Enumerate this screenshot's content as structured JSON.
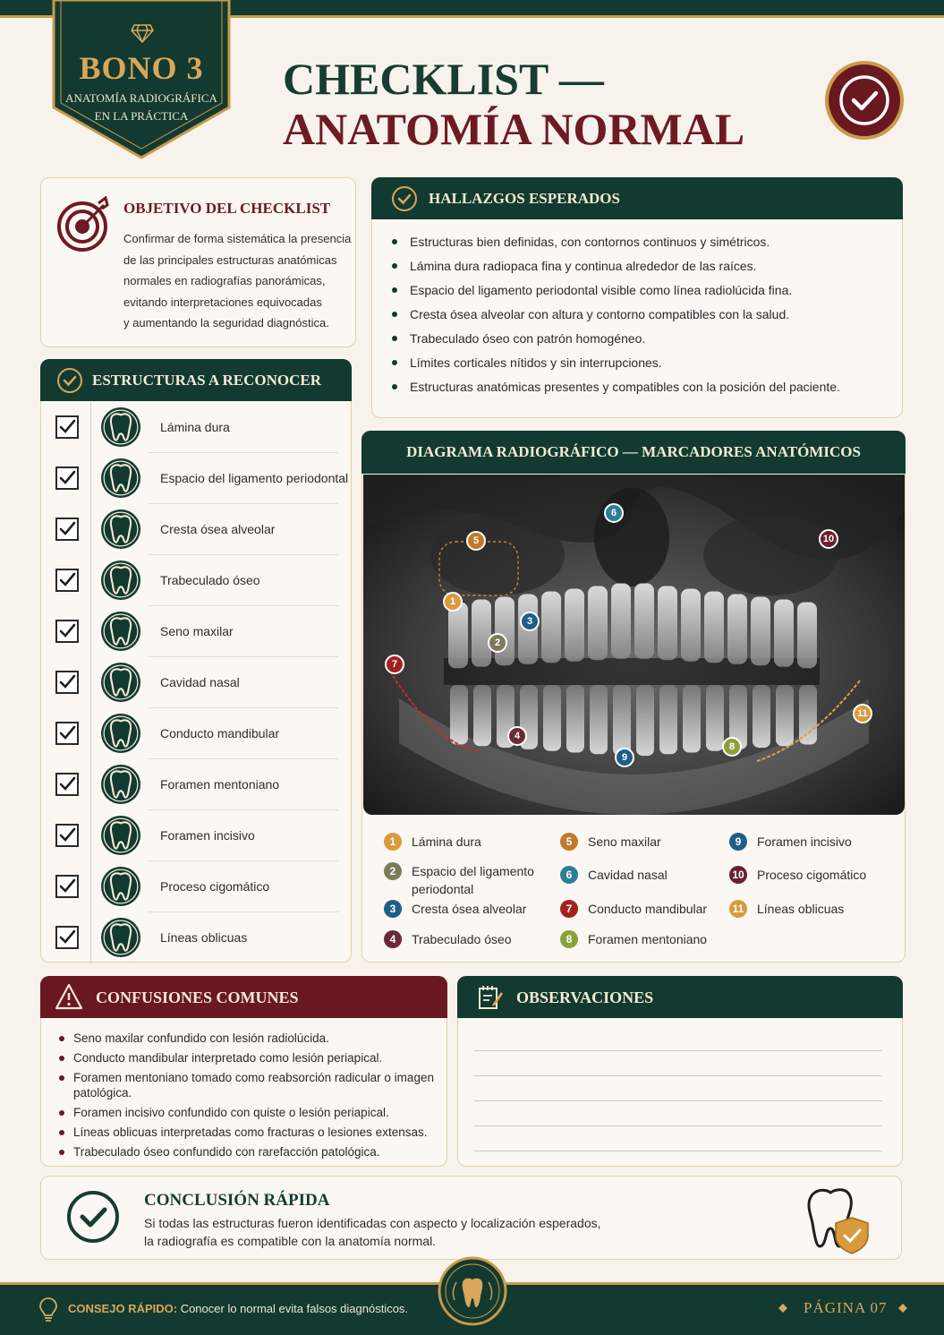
{
  "badge": {
    "title": "BONO 3",
    "subtitle_line1": "ANATOMÍA RADIOGRÁFICA",
    "subtitle_line2": "EN LA PRÁCTICA",
    "gem_icon": "diamond-icon"
  },
  "title": {
    "line1": "CHECKLIST —",
    "line2": "ANATOMÍA NORMAL"
  },
  "objective": {
    "title": "OBJETIVO DEL CHECKLIST",
    "text_lines": [
      "Confirmar de forma sistemática la presencia",
      "de las principales estructuras anatómicas",
      "normales en radiografías panorámicas,",
      "evitando interpretaciones equivocadas",
      "y aumentando la seguridad diagnóstica."
    ]
  },
  "findings": {
    "title": "HALLAZGOS ESPERADOS",
    "items": [
      "Estructuras bien definidas, con contornos continuos y simétricos.",
      "Lámina dura radiopaca fina y continua alrededor de las raíces.",
      "Espacio del ligamento periodontal visible como línea radiolúcida fina.",
      "Cresta ósea alveolar con altura y contorno compatibles con la salud.",
      "Trabeculado óseo con patrón homogéneo.",
      "Límites corticales nítidos y sin interrupciones.",
      "Estructuras anatómicas presentes y compatibles con la posición del paciente."
    ]
  },
  "structures": {
    "title": "ESTRUCTURAS A RECONOCER",
    "items": [
      "Lámina dura",
      "Espacio del ligamento periodontal",
      "Cresta ósea alveolar",
      "Trabeculado óseo",
      "Seno maxilar",
      "Cavidad nasal",
      "Conducto mandibular",
      "Foramen mentoniano",
      "Foramen incisivo",
      "Proceso cigomático",
      "Líneas oblicuas"
    ]
  },
  "diagram": {
    "title": "DIAGRAMA RADIOGRÁFICO — MARCADORES ANATÓMICOS",
    "legend": [
      {
        "n": "1",
        "label": "Lámina dura",
        "color": "#d89a3c"
      },
      {
        "n": "2",
        "label": "Espacio del ligamento periodontal",
        "color": "#7d7a5c"
      },
      {
        "n": "3",
        "label": "Cresta ósea alveolar",
        "color": "#1f5f86"
      },
      {
        "n": "4",
        "label": "Trabeculado óseo",
        "color": "#6a2a3a"
      },
      {
        "n": "5",
        "label": "Seno maxilar",
        "color": "#c07a2a"
      },
      {
        "n": "6",
        "label": "Cavidad nasal",
        "color": "#2c7f96"
      },
      {
        "n": "7",
        "label": "Conducto mandibular",
        "color": "#a3201f"
      },
      {
        "n": "8",
        "label": "Foramen mentoniano",
        "color": "#8ca03a"
      },
      {
        "n": "9",
        "label": "Foramen incisivo",
        "color": "#1f5f86"
      },
      {
        "n": "10",
        "label": "Proceso cigomático",
        "color": "#6a2030"
      },
      {
        "n": "11",
        "label": "Líneas oblicuas",
        "color": "#d89a3c"
      }
    ]
  },
  "confusions": {
    "title": "CONFUSIONES COMUNES",
    "items": [
      "Seno maxilar confundido con lesión radiolúcida.",
      "Conducto mandibular interpretado como lesión periapical.",
      "Foramen mentoniano tomado como reabsorción radicular o imagen patológica.",
      "Foramen incisivo confundido con quiste o lesión periapical.",
      "Líneas oblicuas interpretadas como fracturas o lesiones extensas.",
      "Trabeculado óseo confundido con rarefacción patológica."
    ]
  },
  "observations": {
    "title": "OBSERVACIONES"
  },
  "conclusion": {
    "title": "CONCLUSIÓN RÁPIDA",
    "line1": "Si todas las estructuras fueron identificadas con aspecto y localización esperados,",
    "line2": "la radiografía es compatible con la anatomía normal."
  },
  "footer": {
    "tip_label": "CONSEJO RÁPIDO:",
    "tip_text": " Conocer lo normal evita falsos diagnósticos.",
    "page": "PÁGINA 07"
  },
  "colors": {
    "green": "#123a30",
    "maroon": "#6e1a22",
    "gold": "#c99a4b",
    "cream": "#f7f3ec"
  }
}
